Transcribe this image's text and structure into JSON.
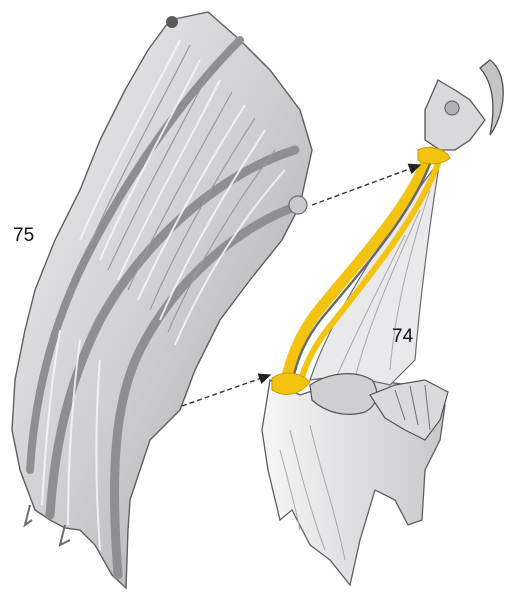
{
  "labels": {
    "left_part": "75",
    "right_part": "74"
  },
  "colors": {
    "background": "#ffffff",
    "wing_fill": "#d7d7d9",
    "wing_shadow": "#8d8d90",
    "wing_rib": "#a9a9ac",
    "glue_highlight": "#f2c40f",
    "leader_line": "#333333"
  },
  "parts": [
    {
      "id": "75",
      "kind": "wing-membrane-sheet"
    },
    {
      "id": "74",
      "kind": "wing-frame-with-claw"
    }
  ],
  "connections": [
    {
      "from": "75",
      "to": "74",
      "point": "upper-joint"
    },
    {
      "from": "75",
      "to": "74",
      "point": "lower-joint"
    }
  ]
}
